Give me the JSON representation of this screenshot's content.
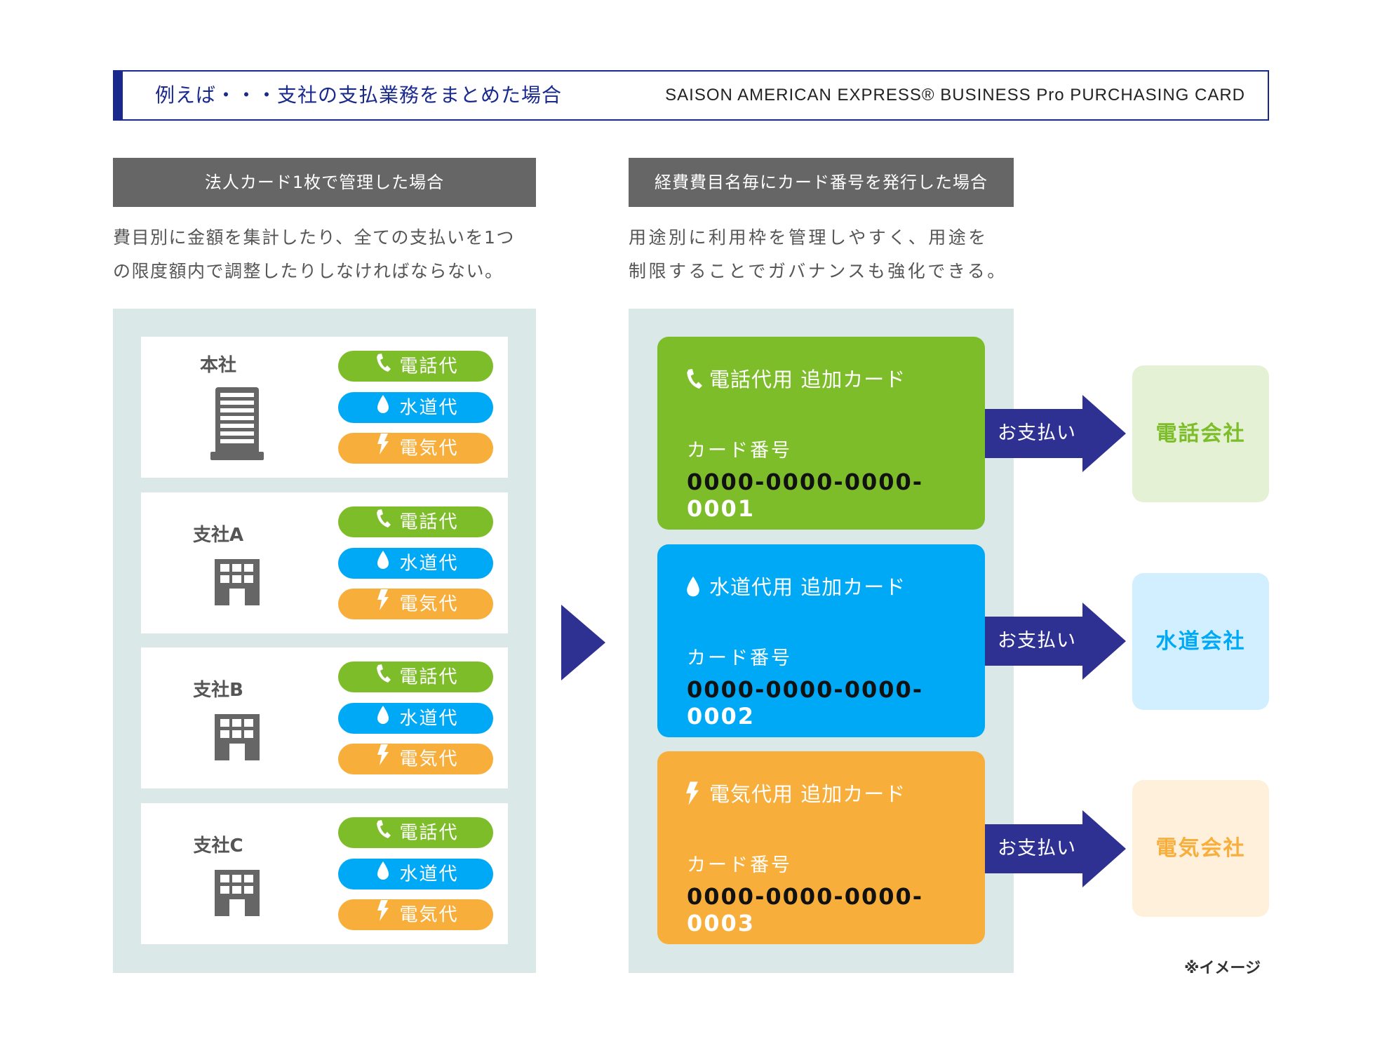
{
  "banner": {
    "title": "例えば・・・支社の支払業務をまとめた場合",
    "brand": "SAISON AMERICAN EXPRESS® BUSINESS Pro PURCHASING CARD"
  },
  "colors": {
    "navy": "#1a2a8c",
    "arrow": "#2e3192",
    "phone": "#7ebd2a",
    "water": "#00a9f5",
    "electric": "#f8ae3b",
    "panel": "#dbe8e8",
    "section_header": "#666666"
  },
  "left": {
    "header": "法人カード1枚で管理した場合",
    "desc_lines": [
      "費目別に金額を集計したり、全ての支払いを1つ",
      "の限度額内で調整したりしなければならない。"
    ],
    "branches": [
      {
        "name": "本社",
        "icon": "headquarters-building-icon"
      },
      {
        "name": "支社A",
        "icon": "office-building-icon"
      },
      {
        "name": "支社B",
        "icon": "office-building-icon"
      },
      {
        "name": "支社C",
        "icon": "office-building-icon"
      }
    ],
    "expenses": [
      {
        "label": "電話代",
        "icon": "phone-icon"
      },
      {
        "label": "水道代",
        "icon": "water-drop-icon"
      },
      {
        "label": "電気代",
        "icon": "lightning-icon"
      }
    ]
  },
  "right": {
    "header": "経費費目名毎にカード番号を発行した場合",
    "desc_lines": [
      "用途別に利用枠を管理しやすく、用途を",
      "制限することでガバナンスも強化できる。"
    ],
    "cards": [
      {
        "title": "電話代用 追加カード",
        "icon": "phone-icon",
        "number_label": "カード番号",
        "number_prefix": "0000-0000-0000-",
        "number_suffix": "0001",
        "payment": "お支払い",
        "company": "電話会社"
      },
      {
        "title": "水道代用 追加カード",
        "icon": "water-drop-icon",
        "number_label": "カード番号",
        "number_prefix": "0000-0000-0000-",
        "number_suffix": "0002",
        "payment": "お支払い",
        "company": "水道会社"
      },
      {
        "title": "電気代用 追加カード",
        "icon": "lightning-icon",
        "number_label": "カード番号",
        "number_prefix": "0000-0000-0000-",
        "number_suffix": "0003",
        "payment": "お支払い",
        "company": "電気会社"
      }
    ]
  },
  "note": "※イメージ"
}
